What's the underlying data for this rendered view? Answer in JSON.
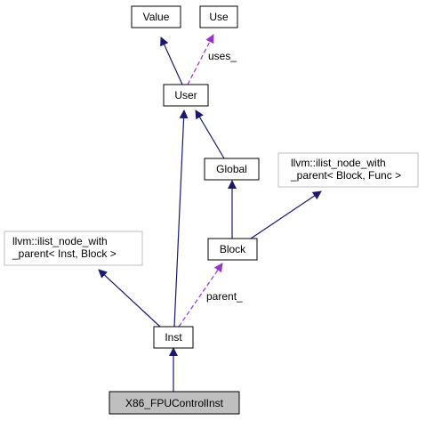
{
  "colors": {
    "background": "#ffffff",
    "node_border": "#000000",
    "node_border_external": "#bfbfbf",
    "node_fill": "#ffffff",
    "node_fill_highlight": "#bfbfbf",
    "edge_inheritance": "#191970",
    "edge_usage": "#9a32cd"
  },
  "nodes": {
    "value": "Value",
    "use": "Use",
    "user": "User",
    "global": "Global",
    "ilist_block_func": [
      "llvm::ilist_node_with",
      "_parent< Block, Func >"
    ],
    "block": "Block",
    "ilist_inst_block": [
      "llvm::ilist_node_with",
      "_parent< Inst, Block >"
    ],
    "inst": "Inst",
    "x86": "X86_FPUControlInst"
  },
  "edge_labels": {
    "uses": "uses_",
    "parent": "parent_"
  }
}
